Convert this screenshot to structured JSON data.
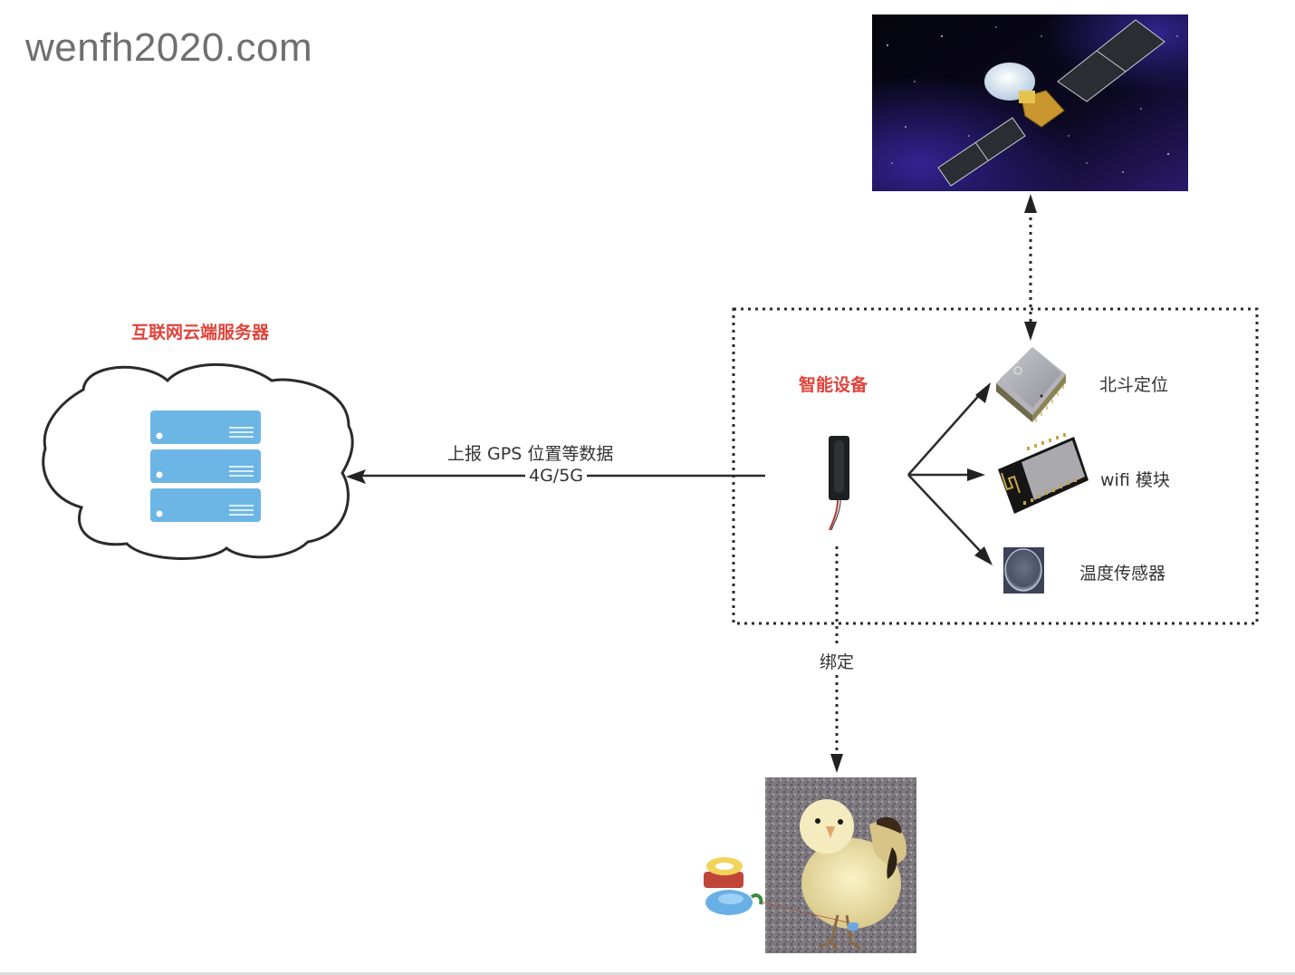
{
  "watermark": "wenfh2020.com",
  "cloud_server": {
    "title": "互联网云端服务器",
    "icon": "server-rack-icon",
    "units": 3,
    "colors": {
      "rack": "#6cb6e6",
      "title": "#e0433a"
    }
  },
  "uplink": {
    "label_top": "上报 GPS 位置等数据",
    "label_mid": "4G/5G"
  },
  "smart_device": {
    "title": "智能设备",
    "icon": "gps-tracker-icon",
    "components": [
      {
        "label": "北斗定位",
        "icon": "beidou-module-icon"
      },
      {
        "label": "wifi 模块",
        "icon": "wifi-module-icon"
      },
      {
        "label": "温度传感器",
        "icon": "temperature-sensor-icon"
      }
    ]
  },
  "satellite": {
    "icon": "satellite-image"
  },
  "binding": {
    "label": "绑定",
    "target_icon": "chick-with-leg-ring-image"
  }
}
